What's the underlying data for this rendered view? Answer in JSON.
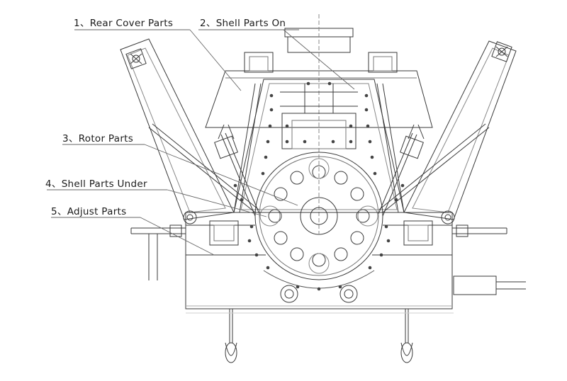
{
  "labels": {
    "rear_cover": "1、Rear Cover Parts",
    "shell_on": "2、Shell Parts On",
    "rotor": "3、Rotor Parts",
    "shell_under": "4、Shell Parts Under",
    "adjust": "5、Adjust Parts"
  },
  "colors": {
    "line": "#3a3a3a",
    "light_line": "#9a9a9a",
    "text": "#1a1a1a"
  }
}
